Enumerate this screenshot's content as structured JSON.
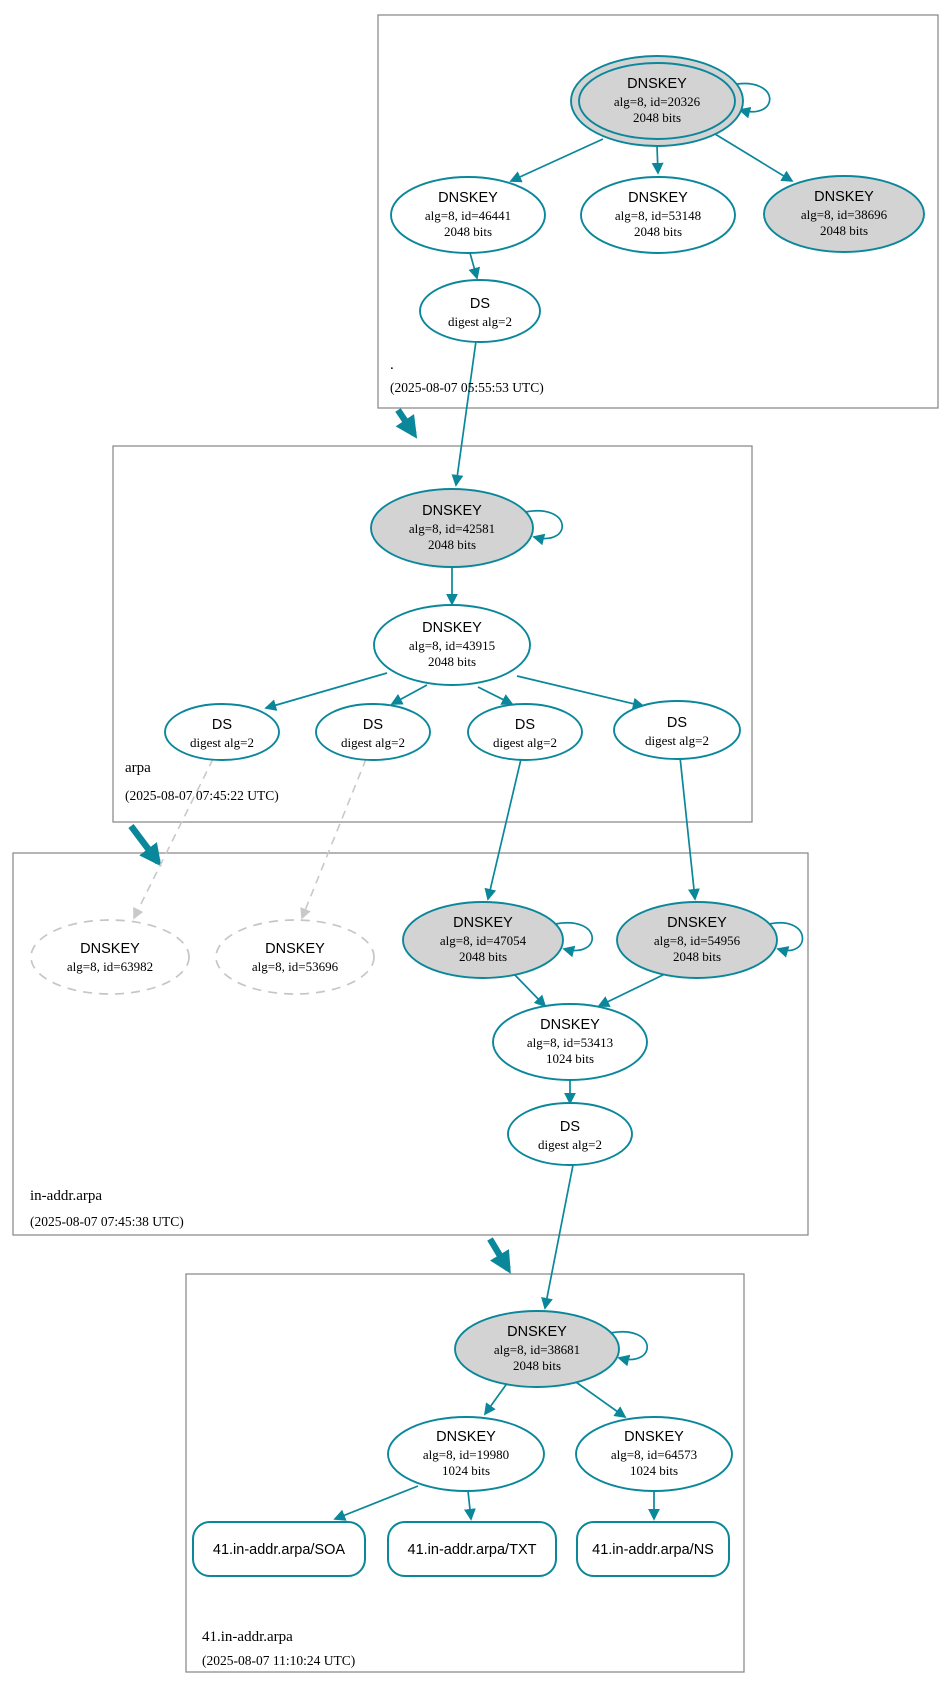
{
  "colors": {
    "secure_teal": "#0a879a",
    "key_fill_gray": "#d3d3d3",
    "insecure_gray": "#c9c9c9",
    "box_border_gray": "#848484"
  },
  "zones": [
    {
      "label": ".",
      "timestamp": "(2025-08-07 05:55:53 UTC)",
      "nodes": [
        {
          "title": "DNSKEY",
          "detail": "alg=8, id=20326",
          "bits": "2048 bits"
        },
        {
          "title": "DNSKEY",
          "detail": "alg=8, id=46441",
          "bits": "2048 bits"
        },
        {
          "title": "DNSKEY",
          "detail": "alg=8, id=53148",
          "bits": "2048 bits"
        },
        {
          "title": "DNSKEY",
          "detail": "alg=8, id=38696",
          "bits": "2048 bits"
        },
        {
          "title": "DS",
          "detail": "digest alg=2"
        }
      ]
    },
    {
      "label": "arpa",
      "timestamp": "(2025-08-07 07:45:22 UTC)",
      "nodes": [
        {
          "title": "DNSKEY",
          "detail": "alg=8, id=42581",
          "bits": "2048 bits"
        },
        {
          "title": "DNSKEY",
          "detail": "alg=8, id=43915",
          "bits": "2048 bits"
        },
        {
          "title": "DS",
          "detail": "digest alg=2"
        },
        {
          "title": "DS",
          "detail": "digest alg=2"
        },
        {
          "title": "DS",
          "detail": "digest alg=2"
        },
        {
          "title": "DS",
          "detail": "digest alg=2"
        }
      ]
    },
    {
      "label": "in-addr.arpa",
      "timestamp": "(2025-08-07 07:45:38 UTC)",
      "nodes": [
        {
          "title": "DNSKEY",
          "detail": "alg=8, id=63982"
        },
        {
          "title": "DNSKEY",
          "detail": "alg=8, id=53696"
        },
        {
          "title": "DNSKEY",
          "detail": "alg=8, id=47054",
          "bits": "2048 bits"
        },
        {
          "title": "DNSKEY",
          "detail": "alg=8, id=54956",
          "bits": "2048 bits"
        },
        {
          "title": "DNSKEY",
          "detail": "alg=8, id=53413",
          "bits": "1024 bits"
        },
        {
          "title": "DS",
          "detail": "digest alg=2"
        }
      ]
    },
    {
      "label": "41.in-addr.arpa",
      "timestamp": "(2025-08-07 11:10:24 UTC)",
      "nodes": [
        {
          "title": "DNSKEY",
          "detail": "alg=8, id=38681",
          "bits": "2048 bits"
        },
        {
          "title": "DNSKEY",
          "detail": "alg=8, id=19980",
          "bits": "1024 bits"
        },
        {
          "title": "DNSKEY",
          "detail": "alg=8, id=64573",
          "bits": "1024 bits"
        },
        {
          "title": "41.in-addr.arpa/SOA"
        },
        {
          "title": "41.in-addr.arpa/TXT"
        },
        {
          "title": "41.in-addr.arpa/NS"
        }
      ]
    }
  ]
}
